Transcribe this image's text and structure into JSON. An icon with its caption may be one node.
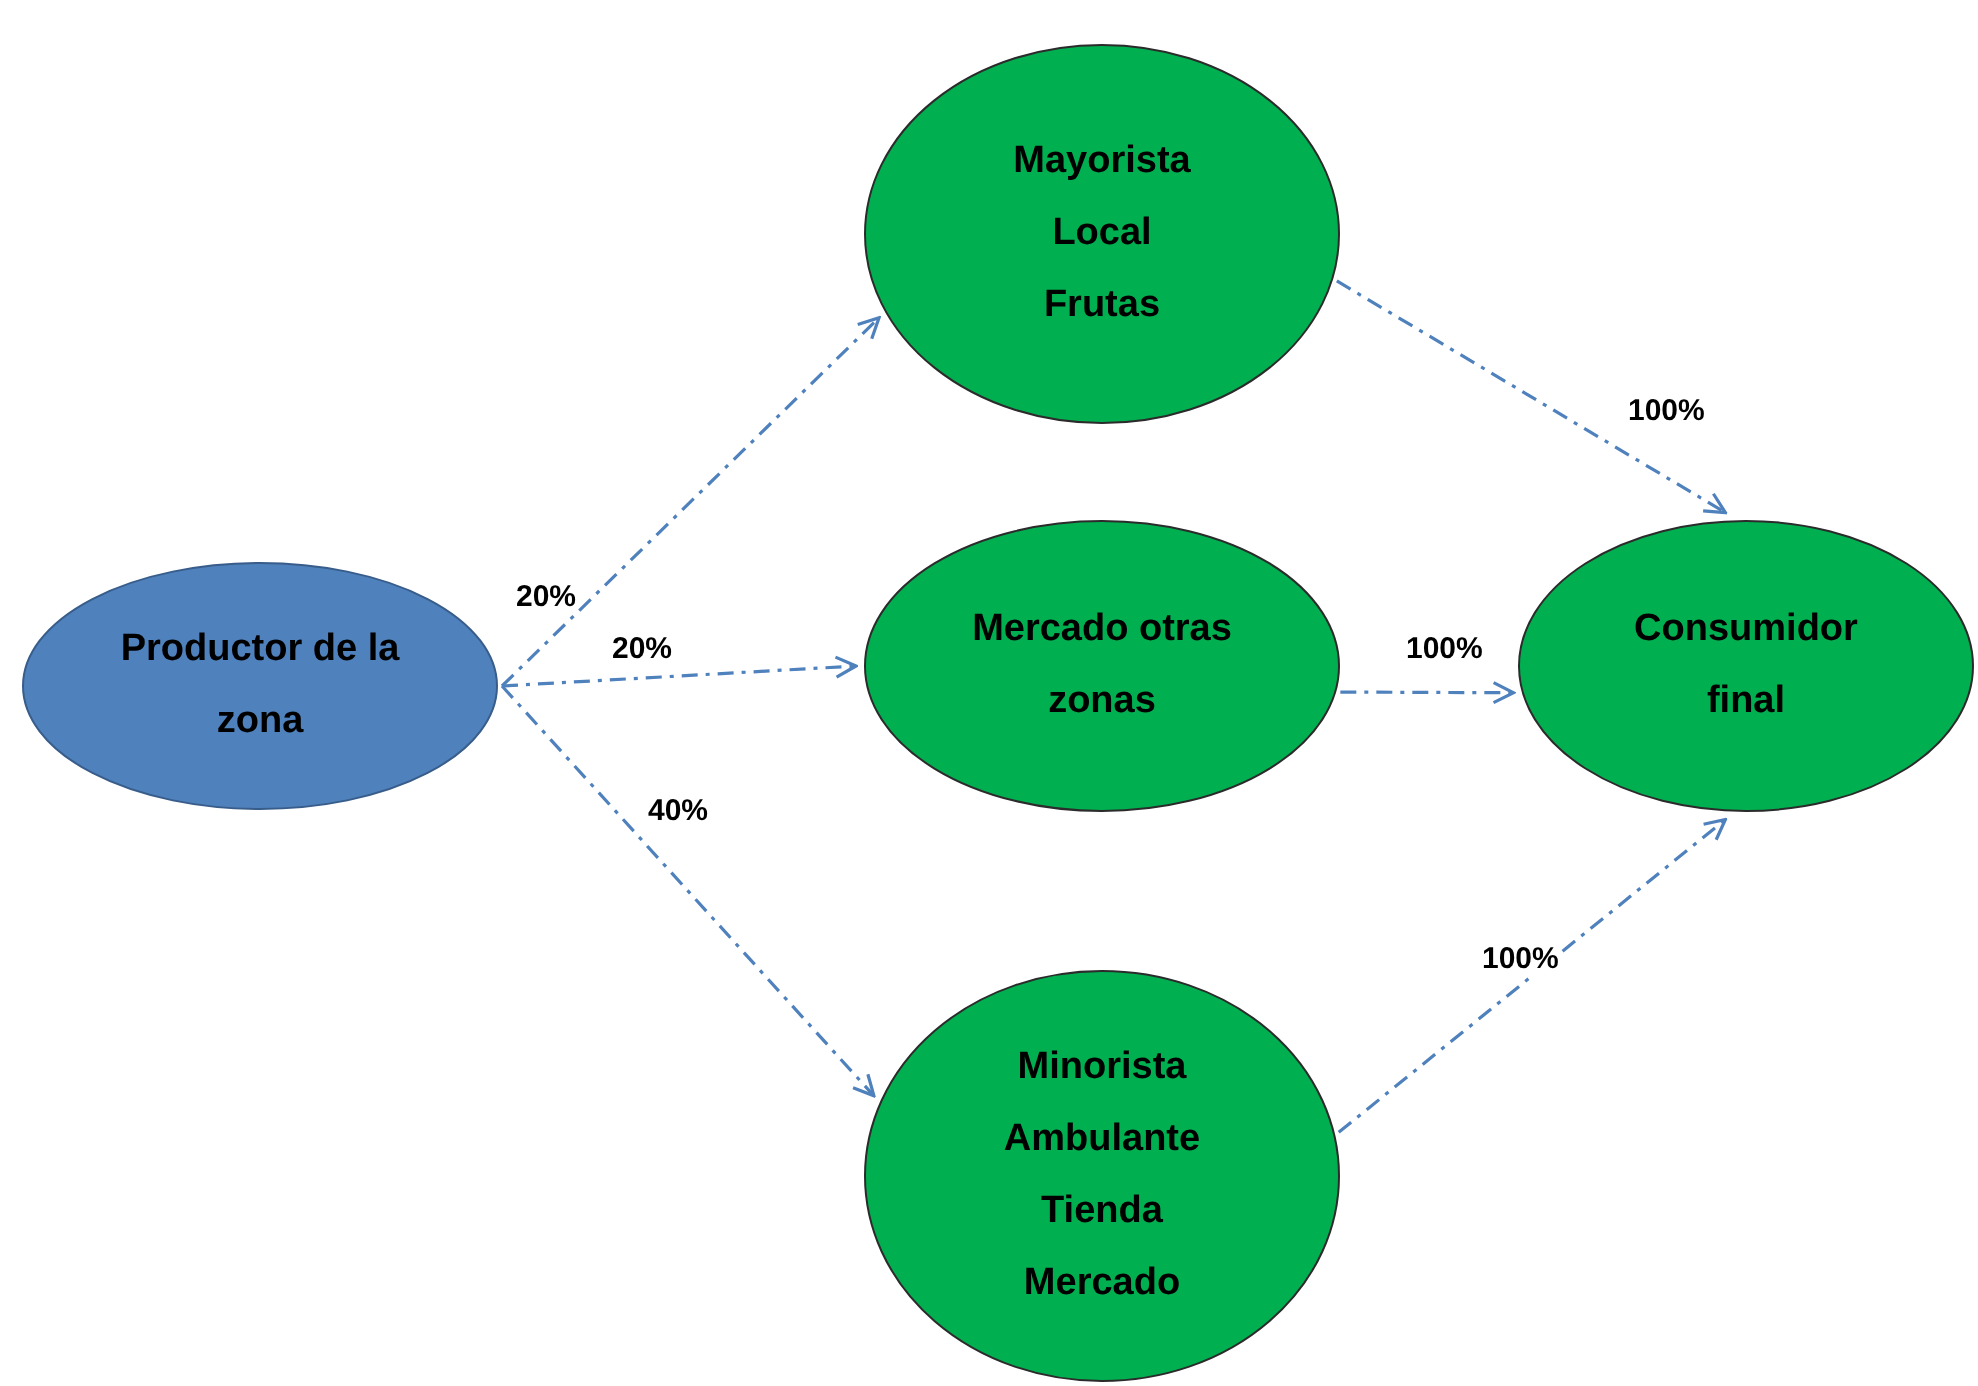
{
  "diagram": {
    "nodes": [
      {
        "text": [
          "Productor de la zona"
        ]
      },
      {
        "text": [
          "Mayorista",
          "Local",
          "Frutas"
        ]
      },
      {
        "text": [
          "Mercado otras zonas"
        ]
      },
      {
        "text": [
          "Minorista",
          "Ambulante",
          "Tienda",
          "Mercado"
        ]
      },
      {
        "text": [
          "Consumidor final"
        ]
      }
    ],
    "edges": [
      {
        "from": 0,
        "to": 1,
        "arrow": "to",
        "label": "20%",
        "style": "dashed"
      },
      {
        "from": 0,
        "to": 2,
        "arrow": "to",
        "label": "20%",
        "style": "dashed"
      },
      {
        "from": 0,
        "to": 3,
        "arrow": "to",
        "label": "40%",
        "style": "dashed"
      },
      {
        "from": 1,
        "to": 4,
        "arrow": "to",
        "label": "100%",
        "style": "dashed"
      },
      {
        "from": 2,
        "to": 4,
        "arrow": "to",
        "label": "100%",
        "style": "dashed"
      },
      {
        "from": 3,
        "to": 4,
        "arrow": "to",
        "label": "100%",
        "style": "dashed"
      }
    ]
  }
}
